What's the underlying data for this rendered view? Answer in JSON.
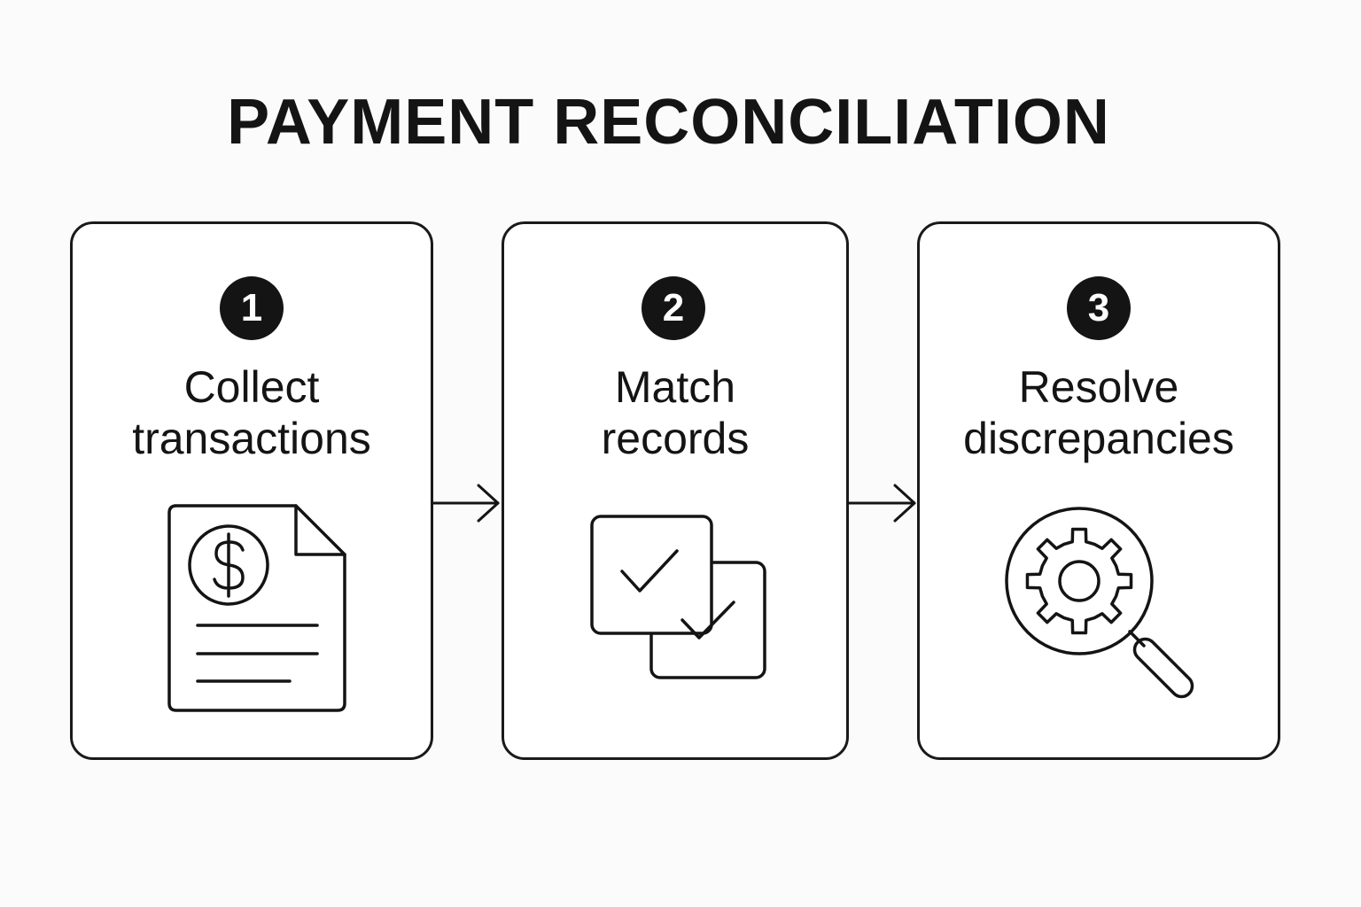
{
  "title": "PAYMENT RECONCILIATION",
  "steps": [
    {
      "number": "1",
      "line1": "Collect",
      "line2": "transactions",
      "icon": "invoice-dollar-icon"
    },
    {
      "number": "2",
      "line1": "Match",
      "line2": "records",
      "icon": "double-checkbox-icon"
    },
    {
      "number": "3",
      "line1": "Resolve",
      "line2": "discrepancies",
      "icon": "gear-magnifier-icon"
    }
  ],
  "colors": {
    "ink": "#141414",
    "card_background": "#ffffff",
    "page_background": "#fbfbfb"
  }
}
